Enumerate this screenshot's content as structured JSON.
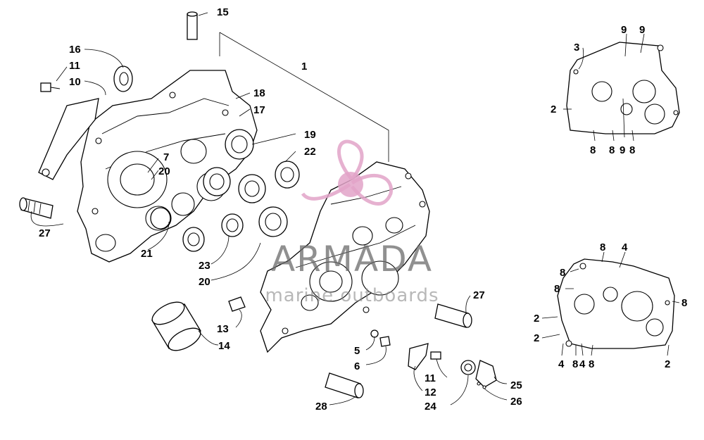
{
  "callouts": {
    "c1": "1",
    "c2a": "2",
    "c2b": "2",
    "c2c": "2",
    "c2d": "2",
    "c3": "3",
    "c4a": "4",
    "c4b": "4",
    "c4c": "4",
    "c5": "5",
    "c6": "6",
    "c7": "7",
    "c8a": "8",
    "c8b": "8",
    "c8c": "8",
    "c8d": "8",
    "c8e": "8",
    "c8f": "8",
    "c8g": "8",
    "c8h": "8",
    "c8i": "8",
    "c9a": "9",
    "c9b": "9",
    "c9c": "9",
    "c10": "10",
    "c11a": "11",
    "c11b": "11",
    "c12": "12",
    "c13": "13",
    "c14": "14",
    "c15": "15",
    "c16": "16",
    "c17": "17",
    "c18": "18",
    "c19": "19",
    "c20a": "20",
    "c20b": "20",
    "c21": "21",
    "c22": "22",
    "c23": "23",
    "c24": "24",
    "c25": "25",
    "c26": "26",
    "c27a": "27",
    "c27b": "27",
    "c28": "28"
  },
  "watermark": {
    "brand": "ARMADA",
    "tagline": "marine outboards",
    "logo_color": "#e2a3c8"
  }
}
